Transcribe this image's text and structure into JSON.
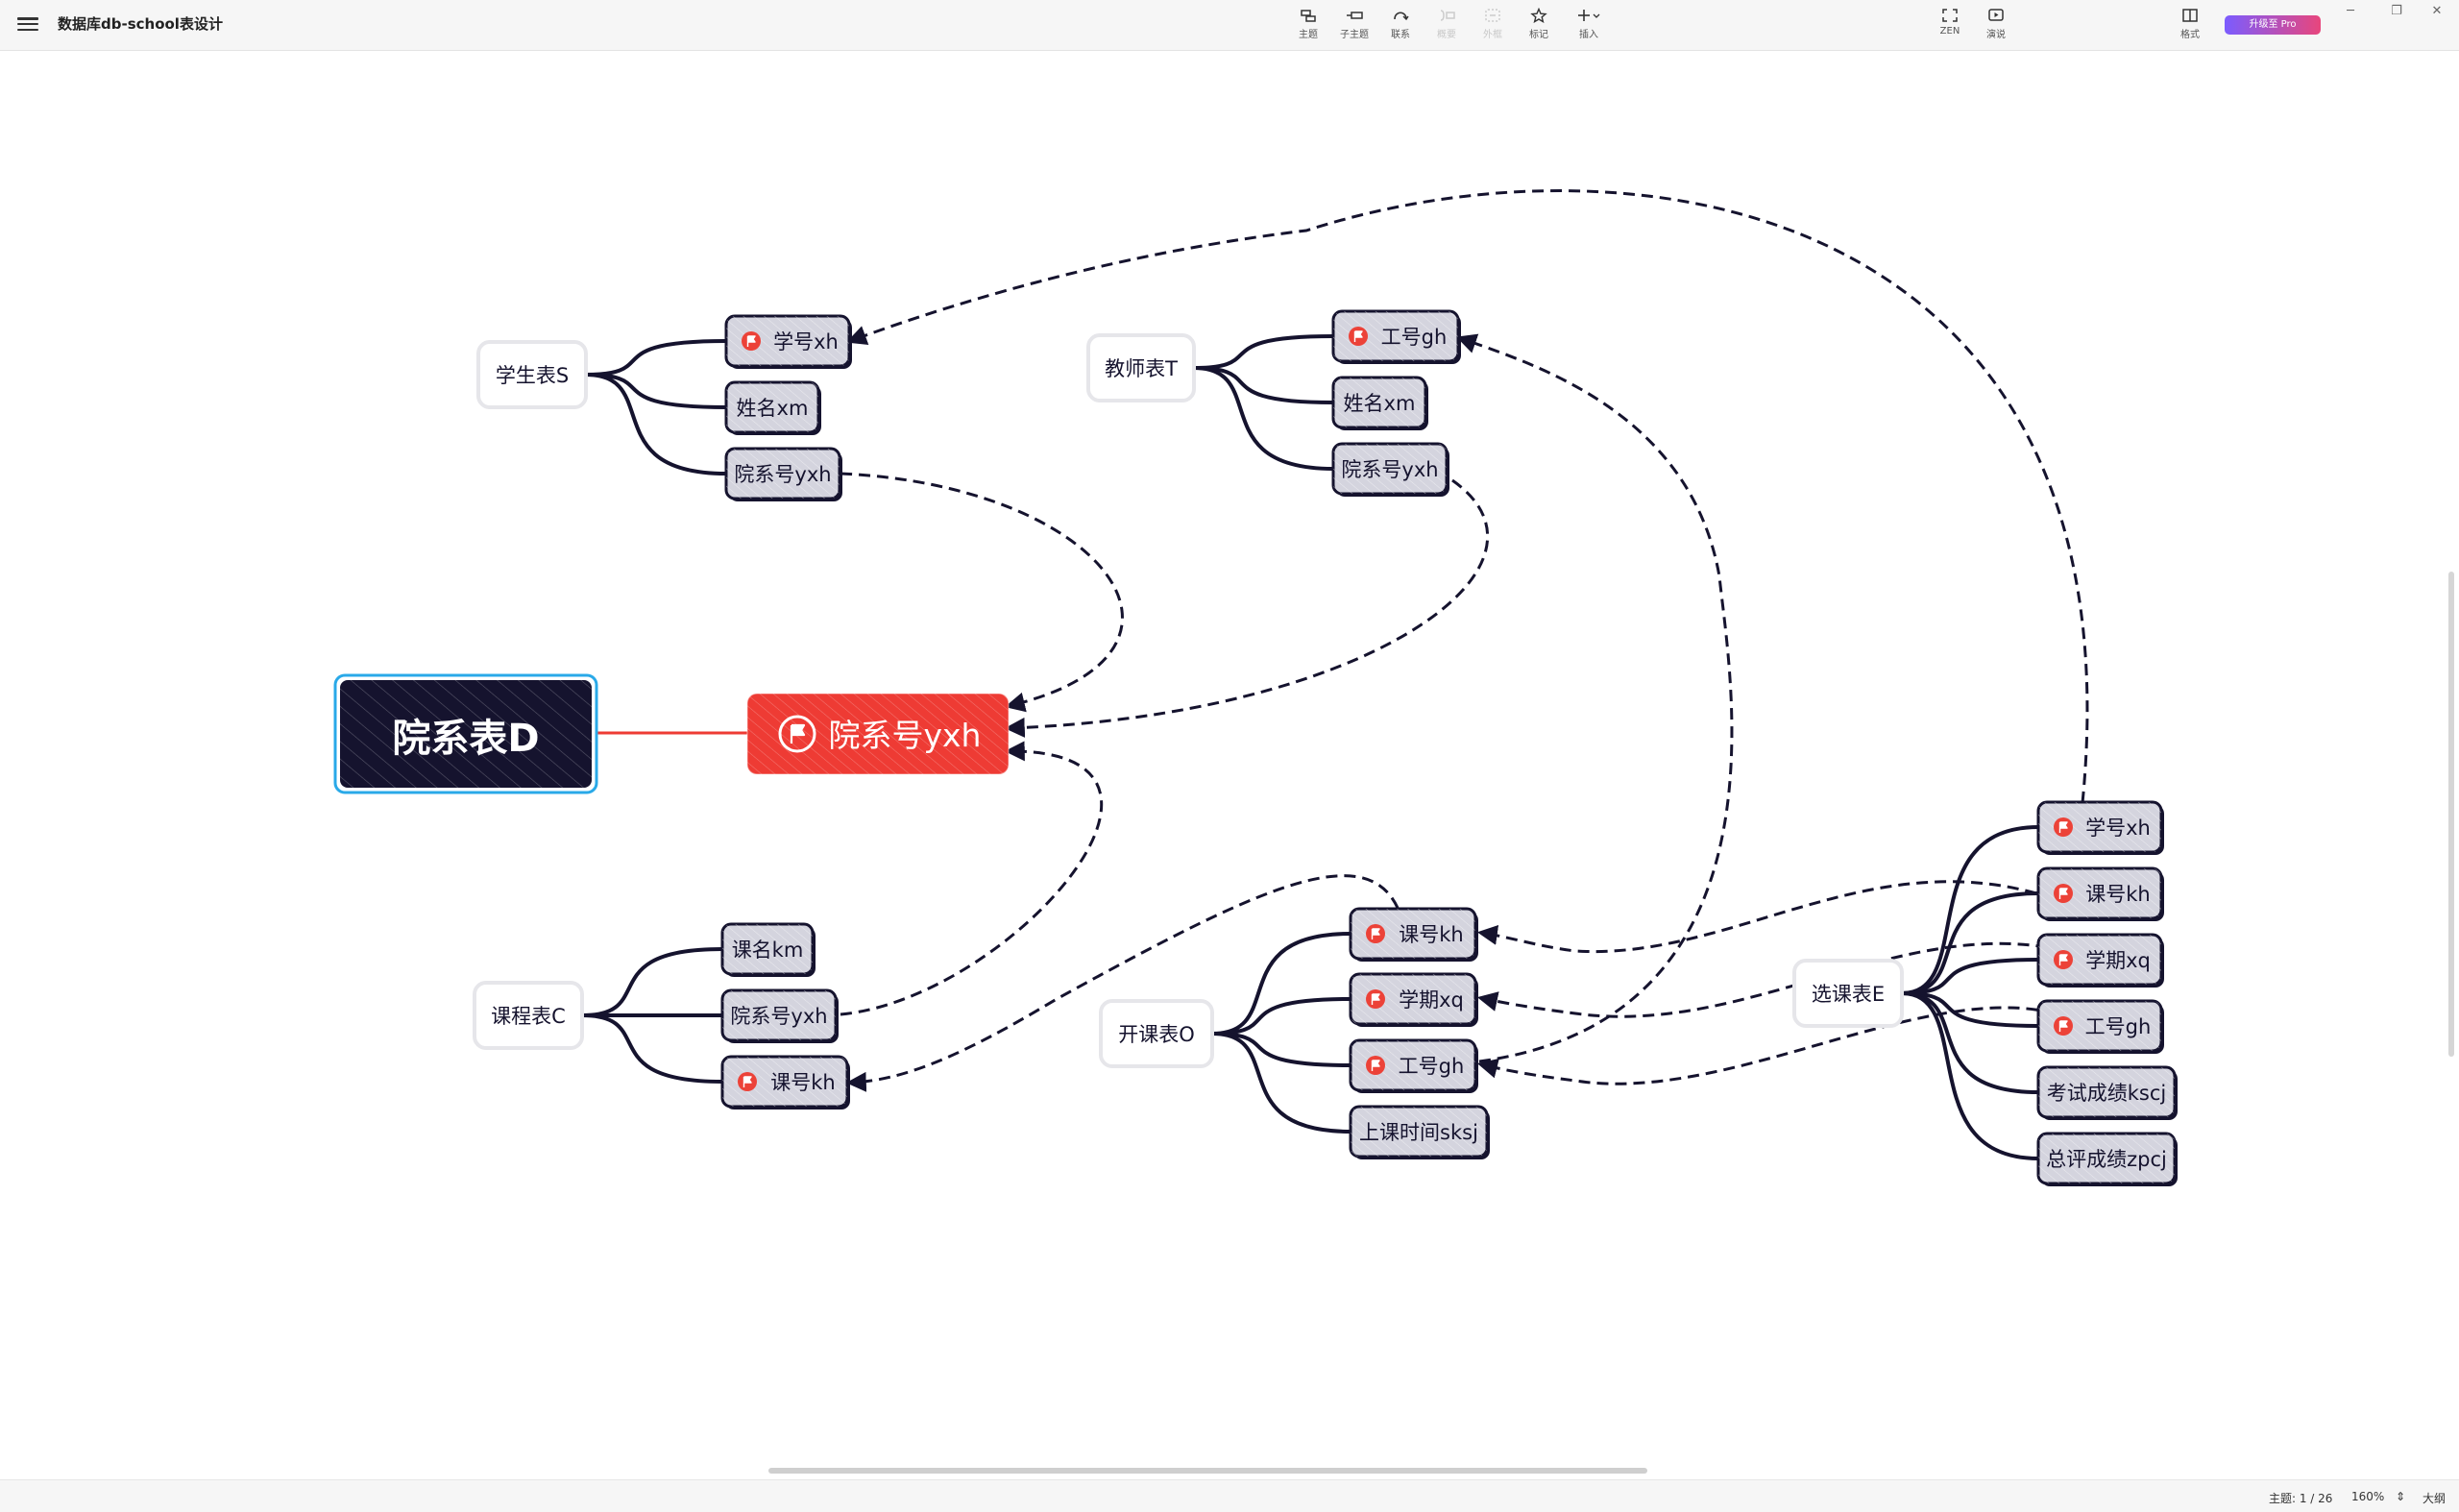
{
  "app": {
    "doc_title": "数据库db-school表设计",
    "toolbar": [
      {
        "label": "主题",
        "icon": "topic-icon",
        "enabled": true
      },
      {
        "label": "子主题",
        "icon": "subtopic-icon",
        "enabled": true
      },
      {
        "label": "联系",
        "icon": "relationship-icon",
        "enabled": true
      },
      {
        "label": "概要",
        "icon": "summary-icon",
        "enabled": false
      },
      {
        "label": "外框",
        "icon": "boundary-icon",
        "enabled": false
      },
      {
        "label": "标记",
        "icon": "star-icon",
        "enabled": true
      },
      {
        "label": "插入",
        "icon": "plus-icon",
        "enabled": true
      }
    ],
    "zen_label": "ZEN",
    "present_label": "演说",
    "format_label": "格式",
    "upgrade_label": "升级至 Pro",
    "window_controls": [
      "─",
      "❐",
      "✕"
    ]
  },
  "status": {
    "topic_count": "主题: 1 / 26",
    "zoom": "160%",
    "outline": "大纲"
  },
  "mindmap": {
    "root": {
      "label": "院系表D"
    },
    "main_key": {
      "label": "院系号yxh",
      "flag": true
    },
    "tables": [
      {
        "label": "学生表S",
        "fields": [
          {
            "label": "学号xh",
            "flag": true
          },
          {
            "label": "姓名xm",
            "flag": false
          },
          {
            "label": "院系号yxh",
            "flag": false
          }
        ]
      },
      {
        "label": "教师表T",
        "fields": [
          {
            "label": "工号gh",
            "flag": true
          },
          {
            "label": "姓名xm",
            "flag": false
          },
          {
            "label": "院系号yxh",
            "flag": false
          }
        ]
      },
      {
        "label": "课程表C",
        "fields": [
          {
            "label": "课名km",
            "flag": false
          },
          {
            "label": "院系号yxh",
            "flag": false
          },
          {
            "label": "课号kh",
            "flag": true
          }
        ]
      },
      {
        "label": "开课表O",
        "fields": [
          {
            "label": "课号kh",
            "flag": true
          },
          {
            "label": "学期xq",
            "flag": true
          },
          {
            "label": "工号gh",
            "flag": true
          },
          {
            "label": "上课时间sksj",
            "flag": false
          }
        ]
      },
      {
        "label": "选课表E",
        "fields": [
          {
            "label": "学号xh",
            "flag": true
          },
          {
            "label": "课号kh",
            "flag": true
          },
          {
            "label": "学期xq",
            "flag": true
          },
          {
            "label": "工号gh",
            "flag": true
          },
          {
            "label": "考试成绩kscj",
            "flag": false
          },
          {
            "label": "总评成绩zpcj",
            "flag": false
          }
        ]
      }
    ],
    "relationships": [
      {
        "from": "学生表S.院系号yxh",
        "to": "院系号yxh"
      },
      {
        "from": "教师表T.院系号yxh",
        "to": "院系号yxh"
      },
      {
        "from": "课程表C.院系号yxh",
        "to": "院系号yxh"
      },
      {
        "from": "选课表E.学号xh",
        "to": "学生表S.学号xh"
      },
      {
        "from": "开课表O.工号gh",
        "to": "教师表T.工号gh"
      },
      {
        "from": "开课表O.课号kh",
        "to": "课程表C.课号kh"
      },
      {
        "from": "选课表E.课号kh",
        "to": "开课表O.课号kh"
      },
      {
        "from": "选课表E.学期xq",
        "to": "开课表O.学期xq"
      },
      {
        "from": "选课表E.工号gh",
        "to": "开课表O.工号gh"
      }
    ],
    "colors": {
      "root_bg": "#15132e",
      "root_border": "#29a9e8",
      "key_bg": "#ee3b34",
      "field_bg": "#d4d4de",
      "ink": "#15132e",
      "flag": "#ec4238"
    }
  }
}
